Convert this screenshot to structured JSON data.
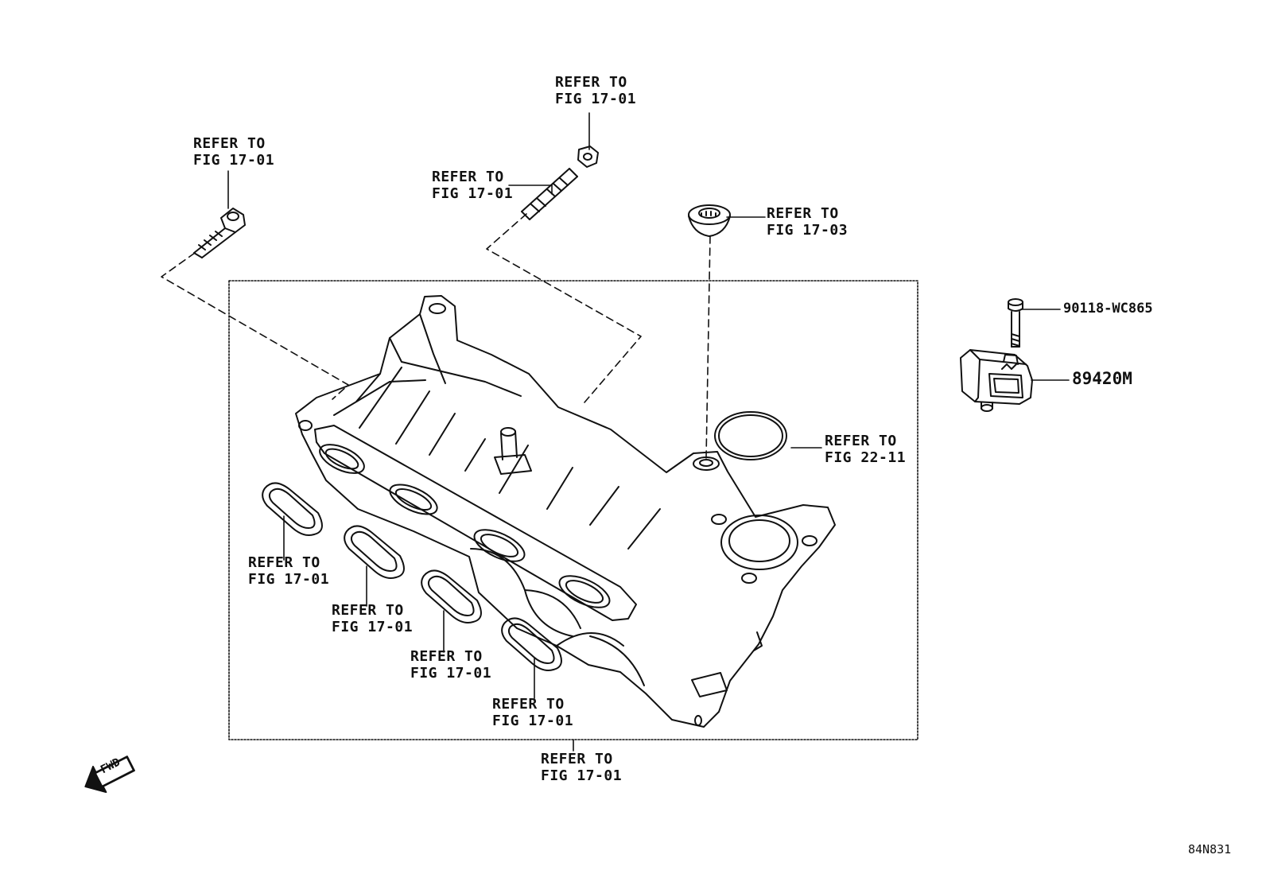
{
  "refs": [
    {
      "id": "ref-bolt-left",
      "line1": "REFER TO",
      "line2": "FIG 17-01"
    },
    {
      "id": "ref-nut-top",
      "line1": "REFER TO",
      "line2": "FIG 17-01"
    },
    {
      "id": "ref-stud",
      "line1": "REFER TO",
      "line2": "FIG 17-01"
    },
    {
      "id": "ref-grommet",
      "line1": "REFER TO",
      "line2": "FIG 17-03"
    },
    {
      "id": "ref-oring",
      "line1": "REFER TO",
      "line2": "FIG 22-11"
    },
    {
      "id": "ref-gasket-1",
      "line1": "REFER TO",
      "line2": "FIG 17-01"
    },
    {
      "id": "ref-gasket-2",
      "line1": "REFER TO",
      "line2": "FIG 17-01"
    },
    {
      "id": "ref-gasket-3",
      "line1": "REFER TO",
      "line2": "FIG 17-01"
    },
    {
      "id": "ref-gasket-4",
      "line1": "REFER TO",
      "line2": "FIG 17-01"
    },
    {
      "id": "ref-manifold",
      "line1": "REFER TO",
      "line2": "FIG 17-01"
    }
  ],
  "parts": {
    "sensor_bolt": "90118-WC865",
    "sensor": "89420M"
  },
  "fwd_label": "FWD",
  "illustration_code": "84N831",
  "colors": {
    "ink": "#111111",
    "paper": "#ffffff"
  }
}
